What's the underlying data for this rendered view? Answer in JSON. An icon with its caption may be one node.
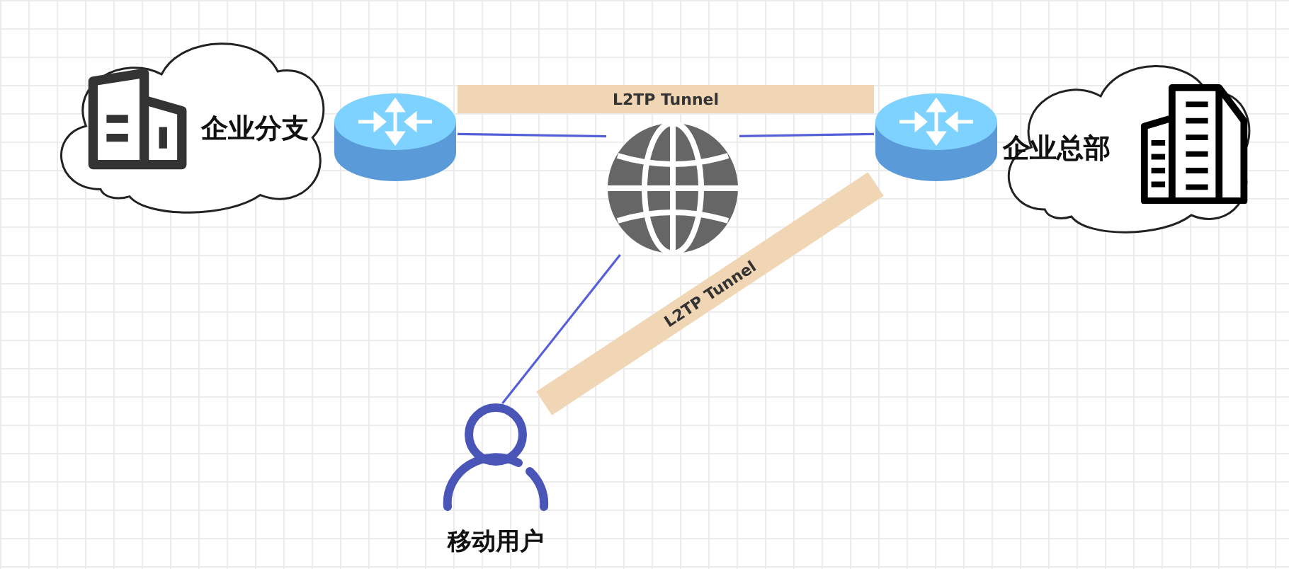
{
  "diagram": {
    "nodes": [
      {
        "text": [
          "企业分支"
        ]
      },
      {
        "text": [],
        "shape": "router"
      },
      {
        "text": [],
        "shape": "globe"
      },
      {
        "text": [],
        "shape": "router"
      },
      {
        "text": [
          "企业总部"
        ]
      },
      {
        "text": [
          "移动用户"
        ]
      }
    ],
    "edges": [
      {
        "from": 1,
        "to": 2,
        "arrow": "none"
      },
      {
        "from": 2,
        "to": 3,
        "arrow": "none"
      },
      {
        "from": 2,
        "to": 5,
        "arrow": "none"
      },
      {
        "from": 1,
        "to": 3,
        "arrow": "none",
        "label": "L2TP Tunnel",
        "style": "thick",
        "color": "#f0d6b4"
      },
      {
        "from": 3,
        "to": 5,
        "arrow": "none",
        "label": "L2TP Tunnel",
        "style": "thick",
        "color": "#f0d6b4"
      }
    ]
  }
}
